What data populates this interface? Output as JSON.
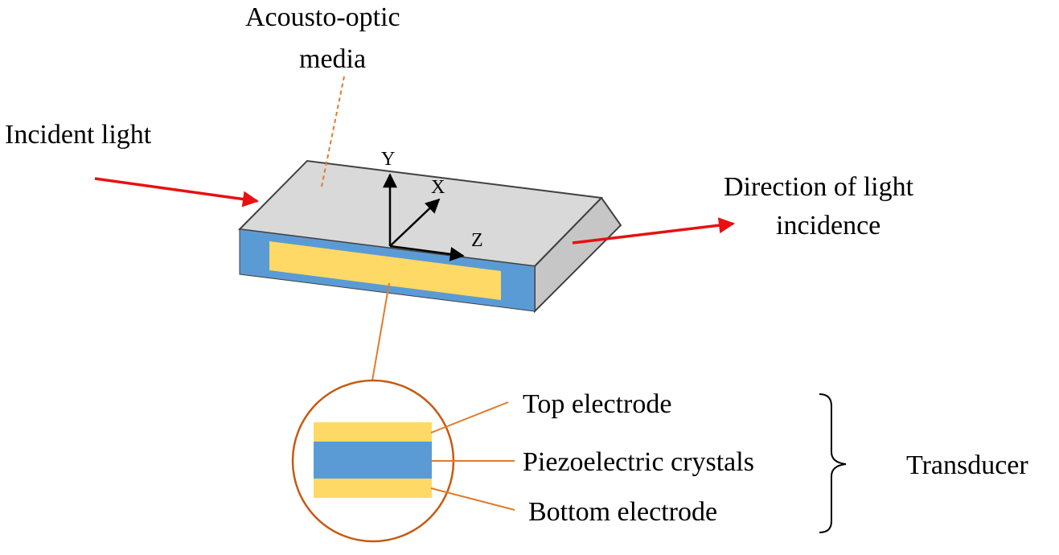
{
  "labels": {
    "acousto_optic_line1": "Acousto-optic",
    "acousto_optic_line2": "media",
    "incident_light": "Incident light",
    "direction_line1": "Direction of light",
    "direction_line2": "incidence",
    "top_electrode": "Top electrode",
    "piezo_crystals": "Piezoelectric crystals",
    "bottom_electrode": "Bottom electrode",
    "transducer": "Transducer"
  },
  "axes": {
    "y": "Y",
    "x": "X",
    "z": "Z"
  },
  "colors": {
    "block_top": "#d9d9d9",
    "block_side": "#c6c6c6",
    "block_edge": "#404040",
    "piezo_blue": "#5b9bd5",
    "electrode_yellow": "#ffd966",
    "leader_orange": "#e07b2a",
    "circle_stroke": "#c55a11",
    "light_red": "#e81010",
    "axis_black": "#000000"
  }
}
